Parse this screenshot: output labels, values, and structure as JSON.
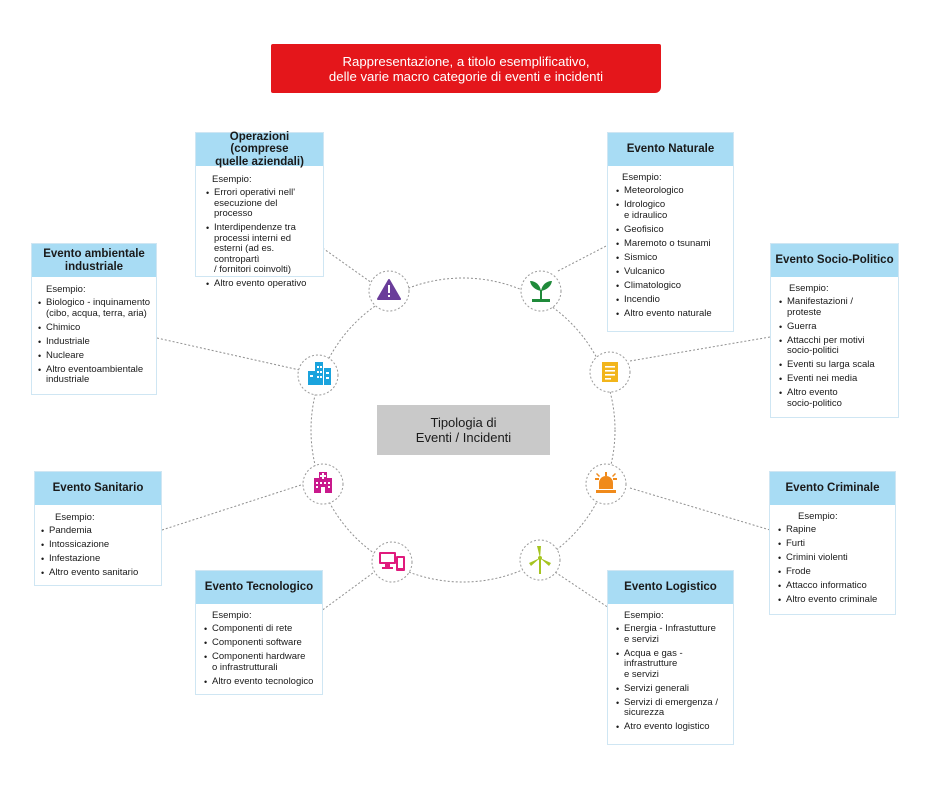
{
  "banner": {
    "line1": "Rappresentazione, a titolo esemplificativo,",
    "line2": "delle varie macro categorie di eventi e incidenti"
  },
  "center": {
    "line1": "Tipologia di",
    "line2": "Eventi / Incidenti"
  },
  "example_label": "Esempio:",
  "colors": {
    "banner": "#e4161b",
    "header": "#a8dcf4",
    "icon_purple": "#6a3d9a",
    "icon_green": "#1f8a3a",
    "icon_yellow": "#f2b51b",
    "icon_blue": "#1aa3dd",
    "icon_magenta": "#c9198c",
    "icon_orange": "#f08a1b",
    "icon_lime": "#a5c41f"
  },
  "categories": {
    "operazioni": {
      "title1": "Operazioni (comprese",
      "title2": "quelle aziendali)",
      "icon": "warning-icon",
      "items": [
        [
          "Errori operativi nell'",
          "esecuzione del processo"
        ],
        [
          "Interdipendenze tra",
          "processi interni ed",
          "esterni (ad es. contropartì",
          "/ fornitori coinvolti)"
        ],
        [
          "Altro evento operativo"
        ]
      ]
    },
    "naturale": {
      "title1": "Evento Naturale",
      "icon": "plant-icon",
      "items": [
        [
          "Meteorologico"
        ],
        [
          "Idrologico",
          "e idraulico"
        ],
        [
          "Geofisico"
        ],
        [
          "Maremoto o tsunami"
        ],
        [
          "Sismico"
        ],
        [
          "Vulcanico"
        ],
        [
          "Climatologico"
        ],
        [
          "Incendio"
        ],
        [
          "Altro evento naturale"
        ]
      ]
    },
    "ambientale": {
      "title1": "Evento ambientale",
      "title2": "industriale",
      "icon": "buildings-icon",
      "items": [
        [
          "Biologico - inquinamento",
          "(cibo, acqua, terra, aria)"
        ],
        [
          "Chimico"
        ],
        [
          "Industriale"
        ],
        [
          "Nucleare"
        ],
        [
          "Altro eventoambientale",
          "industriale"
        ]
      ]
    },
    "socio": {
      "title1": "Evento Socio-Politico",
      "icon": "document-icon",
      "items": [
        [
          "Manifestazioni /",
          "proteste"
        ],
        [
          "Guerra"
        ],
        [
          "Attacchi per motivi",
          "socio-politici"
        ],
        [
          "Eventi su larga scala"
        ],
        [
          "Eventi nei media"
        ],
        [
          "Altro evento",
          "socio-politico"
        ]
      ]
    },
    "sanitario": {
      "title1": "Evento Sanitario",
      "icon": "hospital-icon",
      "items": [
        [
          "Pandemia"
        ],
        [
          "Intossicazione"
        ],
        [
          "Infestazione"
        ],
        [
          "Altro evento sanitario"
        ]
      ]
    },
    "criminale": {
      "title1": "Evento Criminale",
      "icon": "alarm-light-icon",
      "items": [
        [
          "Rapine"
        ],
        [
          "Furti"
        ],
        [
          "Crimini violenti"
        ],
        [
          "Frode"
        ],
        [
          "Attacco informatico"
        ],
        [
          "Altro evento criminale"
        ]
      ]
    },
    "tecnologico": {
      "title1": "Evento Tecnologico",
      "icon": "devices-icon",
      "items": [
        [
          "Componenti di rete"
        ],
        [
          "Componenti software"
        ],
        [
          "Componenti hardware",
          "o infrastrutturali"
        ],
        [
          "Altro evento tecnologico"
        ]
      ]
    },
    "logistico": {
      "title1": "Evento Logistico",
      "icon": "wind-turbine-icon",
      "items": [
        [
          "Energia - Infrastutture",
          "e servizi"
        ],
        [
          "Acqua e gas -",
          "infrastrutture",
          "e servizi"
        ],
        [
          "Servizi generali"
        ],
        [
          "Servizi di emergenza /",
          "sicurezza"
        ],
        [
          "Atro evento logistico"
        ]
      ]
    }
  }
}
